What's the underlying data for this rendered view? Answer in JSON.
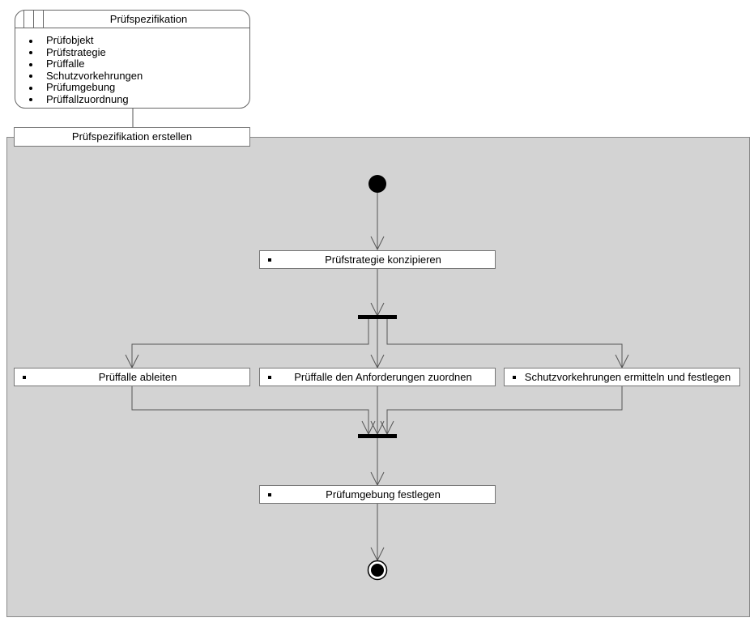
{
  "object": {
    "title": "Prüfspezifikation",
    "attributes": [
      "Prüfobjekt",
      "Prüfstrategie",
      "Prüffalle",
      "Schutzvorkehrungen",
      "Prüfumgebung",
      "Prüffallzuordnung"
    ]
  },
  "activity": {
    "title": "Prüfspezifikation erstellen",
    "actions": [
      "Prüfstrategie konzipieren",
      "Prüffalle ableiten",
      "Prüffalle den Anforderungen zuordnen",
      "Schutzvorkehrungen ermitteln und festlegen",
      "Prüfumgebung festlegen"
    ]
  },
  "colors": {
    "frame_fill": "#d3d3d3",
    "box_fill": "#ffffff",
    "line": "#555555",
    "node": "#000000"
  }
}
